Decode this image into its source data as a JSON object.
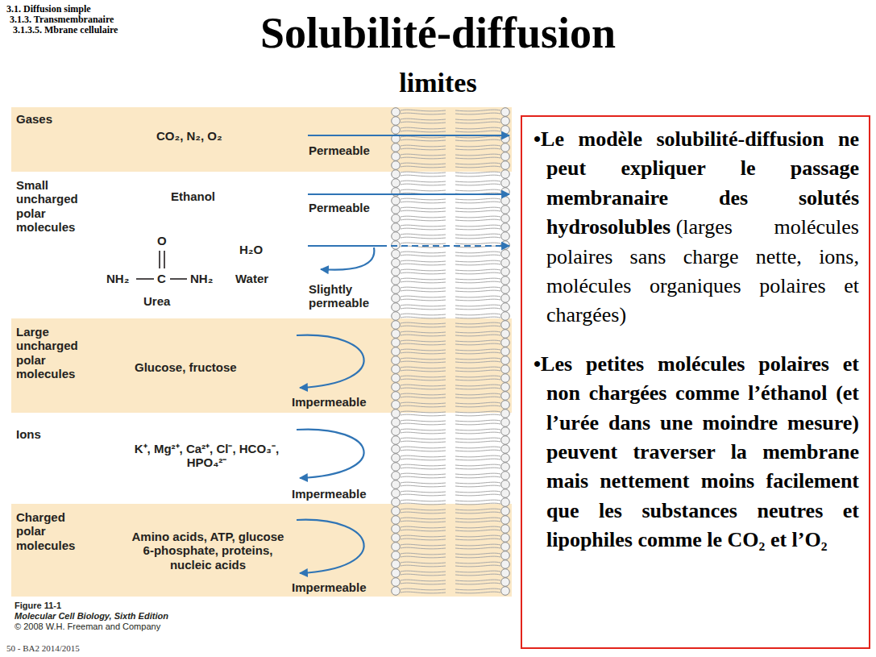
{
  "diagram": {
    "title": "Solubilité-diffusion",
    "nodes": [
      {
        "text": [
          "Gases",
          "CO₂, N₂, O₂",
          "Permeable"
        ]
      },
      {
        "text": [
          "Small uncharged polar molecules",
          "Ethanol",
          "Permeable",
          "O",
          "NH₂",
          "C",
          "NH₂",
          "Urea",
          "H₂O",
          "Water",
          "Slightly permeable"
        ]
      },
      {
        "text": [
          "Large uncharged polar molecules",
          "Glucose, fructose",
          "Impermeable"
        ]
      },
      {
        "text": [
          "Ions",
          "K⁺, Mg²⁺, Ca²⁺, Cl⁻, HCO₃⁻, HPO₄²⁻",
          "Impermeable"
        ]
      },
      {
        "text": [
          "Charged polar molecules",
          "Amino acids, ATP, glucose 6-phosphate, proteins, nucleic acids",
          "Impermeable"
        ]
      },
      {
        "text": [
          "•Le modèle solubilité-diffusion ne peut expliquer le passage membranaire des solutés hydrosolubles",
          "(larges molécules polaires sans charge nette, ions, molécules organiques polaires et chargées)",
          "•Les petites molécules polaires et non chargées comme l’éthanol (et l’urée dans une moindre mesure) peuvent traverser la membrane mais nettement moins facilement que les substances neutres et lipophiles comme le CO₂ et l’O₂"
        ]
      }
    ],
    "labels": [
      "3.1. Diffusion simple",
      "3.1.3. Transmembranaire",
      "3.1.3.5. Mbrane cellulaire",
      "limites",
      "Figure 11-1",
      "Molecular Cell Biology, Sixth Edition",
      "© 2008 W.H. Freeman and Company",
      "50 - BA2 2014/2015"
    ]
  }
}
